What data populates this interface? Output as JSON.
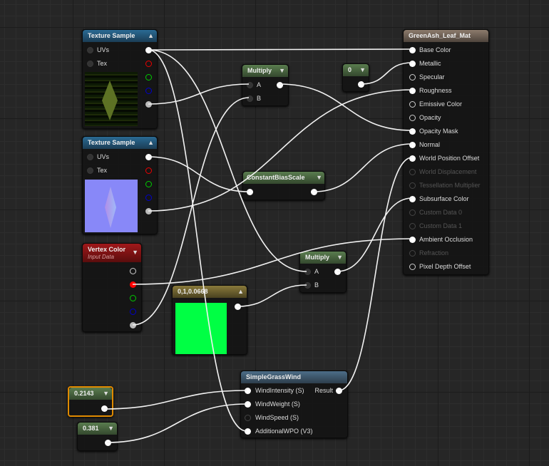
{
  "texture_sample_1": {
    "title": "Texture Sample",
    "inputs": [
      "UVs",
      "Tex"
    ]
  },
  "texture_sample_2": {
    "title": "Texture Sample",
    "inputs": [
      "UVs",
      "Tex"
    ]
  },
  "multiply_1": {
    "title": "Multiply",
    "inputs": [
      "A",
      "B"
    ]
  },
  "multiply_2": {
    "title": "Multiply",
    "inputs": [
      "A",
      "B"
    ]
  },
  "constant_0": {
    "title": "0"
  },
  "constant_bias_scale": {
    "title": "ConstantBiasScale"
  },
  "vertex_color": {
    "title": "Vertex Color",
    "subtitle": "Input Data"
  },
  "constant3": {
    "title": "0,1,0.0668",
    "color": "#00ff44"
  },
  "simple_grass_wind": {
    "title": "SimpleGrassWind",
    "inputs": [
      "WindIntensity (S)",
      "WindWeight (S)",
      "WindSpeed (S)",
      "AdditionalWPO (V3)"
    ],
    "output": "Result"
  },
  "scalar_a": {
    "title": "0.2143"
  },
  "scalar_b": {
    "title": "0.381"
  },
  "material": {
    "title": "GreenAsh_Leaf_Mat",
    "inputs": [
      {
        "label": "Base Color",
        "state": "connected"
      },
      {
        "label": "Metallic",
        "state": "connected"
      },
      {
        "label": "Specular",
        "state": "empty"
      },
      {
        "label": "Roughness",
        "state": "connected"
      },
      {
        "label": "Emissive Color",
        "state": "empty"
      },
      {
        "label": "Opacity",
        "state": "empty"
      },
      {
        "label": "Opacity Mask",
        "state": "connected"
      },
      {
        "label": "Normal",
        "state": "connected"
      },
      {
        "label": "World Position Offset",
        "state": "connected"
      },
      {
        "label": "World Displacement",
        "state": "disabled"
      },
      {
        "label": "Tessellation Multiplier",
        "state": "disabled"
      },
      {
        "label": "Subsurface Color",
        "state": "connected"
      },
      {
        "label": "Custom Data 0",
        "state": "disabled"
      },
      {
        "label": "Custom Data 1",
        "state": "disabled"
      },
      {
        "label": "Ambient Occlusion",
        "state": "connected"
      },
      {
        "label": "Refraction",
        "state": "disabled"
      },
      {
        "label": "Pixel Depth Offset",
        "state": "empty"
      }
    ]
  }
}
